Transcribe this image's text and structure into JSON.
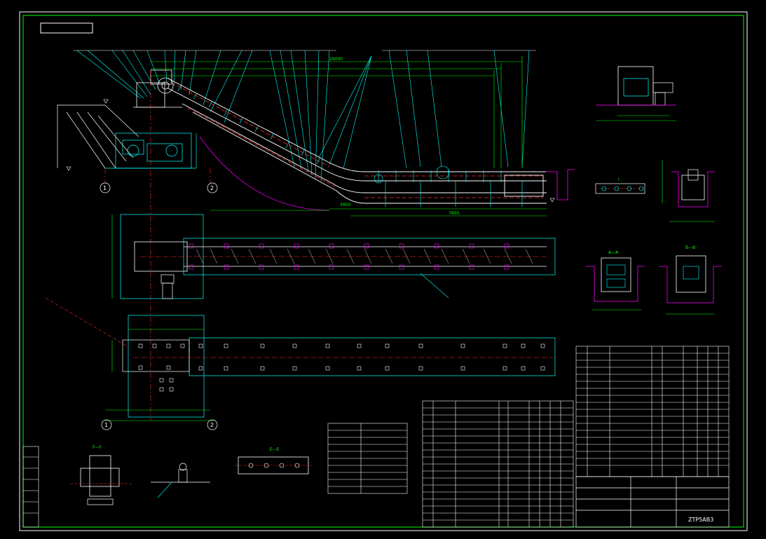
{
  "colors": {
    "background": "#000000",
    "frame": "#ffffff",
    "cyan": "#00ffff",
    "green": "#00ff00",
    "red": "#ff2a2a",
    "white": "#ffffff",
    "yellow": "#ffff00",
    "magenta": "#ff00ff"
  },
  "labels": {
    "view_AA": "A—A",
    "view_BB": "B—B",
    "view_II": "I",
    "view_FF": "F—F",
    "view_EE": "E—E",
    "axis_1": "1",
    "axis_2": "2",
    "axis_1b": "1",
    "axis_2b": "2",
    "dim_bottom": "3950",
    "dim_top": "29000",
    "dim_mid": "7800",
    "drawing_no": "ZTP5AB3"
  }
}
